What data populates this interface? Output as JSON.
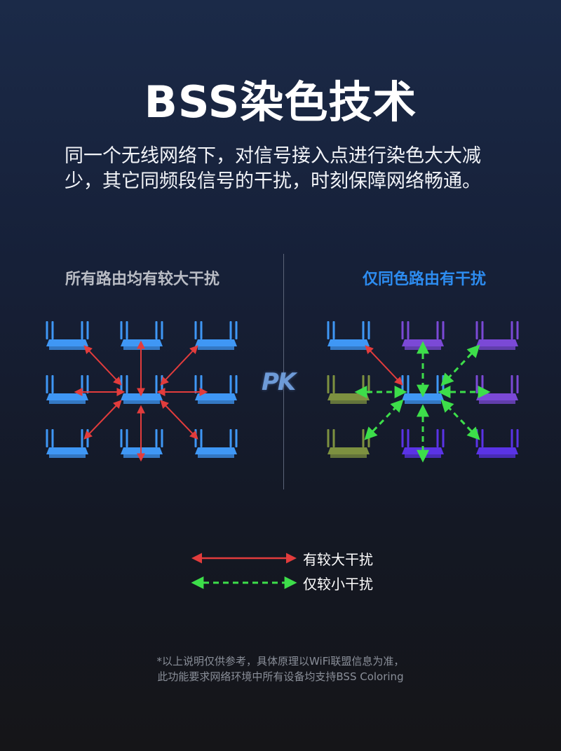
{
  "title": "BSS染色技术",
  "description": {
    "line1": "同一个无线网络下，对信号接入点进行染色大大减",
    "line2": "少，其它同频段信号的干扰，时刻保障网络畅通。"
  },
  "left_panel": {
    "title": "所有路由均有较大干扰",
    "router_color": "#3f97f5",
    "arrow_color": "#e23c3c"
  },
  "right_panel": {
    "title": "仅同色路由有干扰",
    "colors": {
      "blue": "#3f97f5",
      "purple": "#7b49d6",
      "olive": "#7d9140",
      "indigo": "#5a33e6",
      "strong_arrow": "#e23c3c",
      "weak_arrow": "#3dde4a"
    }
  },
  "pk_label": "PK",
  "legend": {
    "strong": "有较大干扰",
    "weak": "仅较小干扰"
  },
  "footnote": {
    "line1": "*以上说明仅供参考，具体原理以WiFi联盟信息为准，",
    "line2": "此功能要求网络环境中所有设备均支持BSS Coloring"
  }
}
